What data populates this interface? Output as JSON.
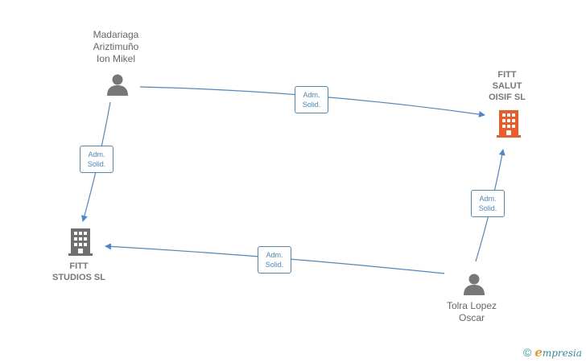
{
  "nodes": {
    "madariaga": {
      "label": "Madariaga\nAriztimuño\nIon Mikel",
      "type": "person"
    },
    "fitt_salut": {
      "label": "FITT\nSALUT\nOISIF  SL",
      "type": "company",
      "color": "#f05a28"
    },
    "fitt_studios": {
      "label": "FITT\nSTUDIOS SL",
      "type": "company",
      "color": "#6f6f6f"
    },
    "tolra": {
      "label": "Tolra Lopez\nOscar",
      "type": "person"
    }
  },
  "edges": [
    {
      "from": "madariaga",
      "to": "fitt_salut",
      "label_line1": "Adm.",
      "label_line2": "Solid."
    },
    {
      "from": "madariaga",
      "to": "fitt_studios",
      "label_line1": "Adm.",
      "label_line2": "Solid."
    },
    {
      "from": "tolra",
      "to": "fitt_salut",
      "label_line1": "Adm.",
      "label_line2": "Solid."
    },
    {
      "from": "tolra",
      "to": "fitt_studios",
      "label_line1": "Adm.",
      "label_line2": "Solid."
    }
  ],
  "colors": {
    "edge": "#4a86d4",
    "person_icon": "#777777"
  },
  "footer": {
    "copyright": "©",
    "brand_initial": "e",
    "brand_rest": "mpresia"
  }
}
